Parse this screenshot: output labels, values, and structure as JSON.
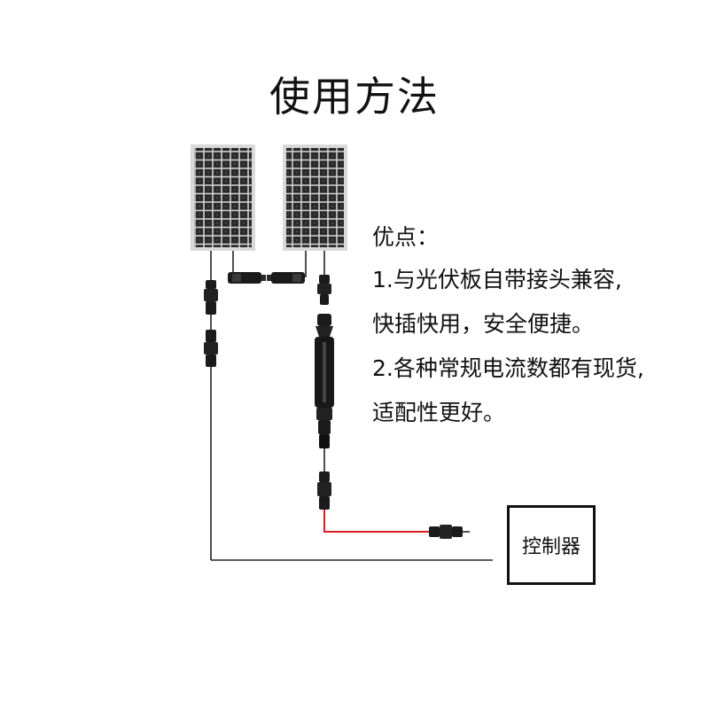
{
  "title": "使用方法",
  "advantages": {
    "heading": "优点：",
    "lines": [
      "1.与光伏板自带接头兼容,",
      "快插快用，安全便捷。",
      "2.各种常规电流数都有现货,",
      "适配性更好。"
    ]
  },
  "controller_label": "控制器",
  "colors": {
    "positive_wire": "#e0191f",
    "negative_wire": "#222222",
    "panel_cell": "#2b2b2b",
    "panel_frame": "#d8d8d8"
  }
}
